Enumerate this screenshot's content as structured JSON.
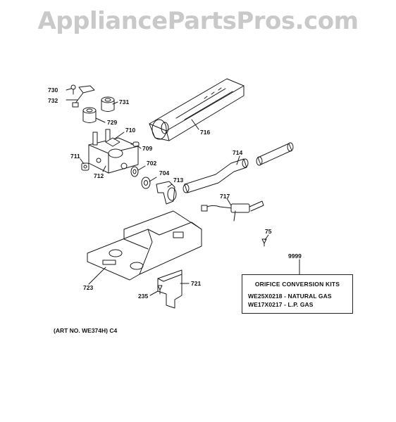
{
  "watermark": "AppliancePartsPros.com",
  "parts": [
    {
      "number": "730",
      "name": "screw"
    },
    {
      "number": "732",
      "name": "bracket"
    },
    {
      "number": "731",
      "name": "coil"
    },
    {
      "number": "729",
      "name": "coil"
    },
    {
      "number": "710",
      "name": "valve-fitting"
    },
    {
      "number": "709",
      "name": "screw"
    },
    {
      "number": "711",
      "name": "fitting"
    },
    {
      "number": "712",
      "name": "gas-valve"
    },
    {
      "number": "702",
      "name": "orifice"
    },
    {
      "number": "704",
      "name": "fitting"
    },
    {
      "number": "713",
      "name": "elbow"
    },
    {
      "number": "716",
      "name": "burner-tube"
    },
    {
      "number": "714",
      "name": "burner-pipe"
    },
    {
      "number": "717",
      "name": "igniter"
    },
    {
      "number": "75",
      "name": "screw"
    },
    {
      "number": "9999",
      "name": "orifice-kit"
    },
    {
      "number": "723",
      "name": "base-bracket"
    },
    {
      "number": "721",
      "name": "bracket"
    },
    {
      "number": "235",
      "name": "screw"
    }
  ],
  "kit_box": {
    "title": "ORIFICE CONVERSION KITS",
    "lines": [
      "WE25X0218 - NATURAL GAS",
      "WE17X0217 - L.P. GAS"
    ]
  },
  "art_number": "(ART NO. WE374H) C4"
}
